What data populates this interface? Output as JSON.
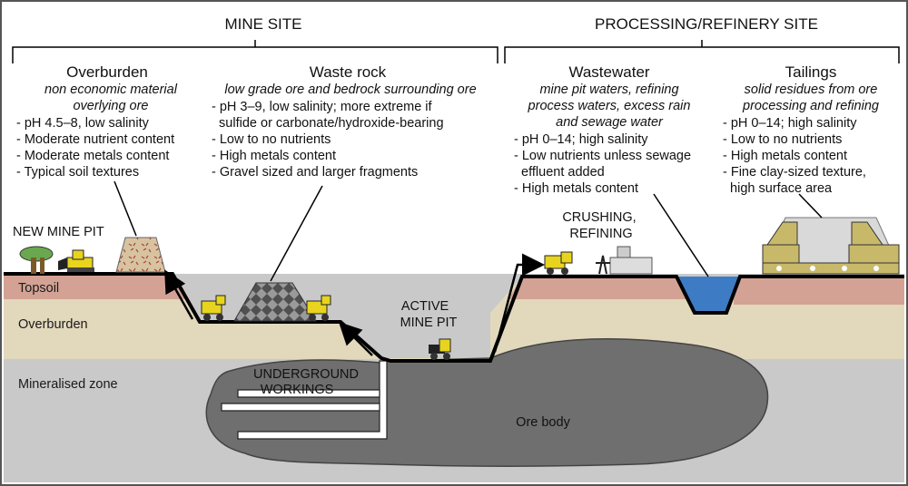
{
  "headers": {
    "mine_site": "MINE SITE",
    "processing_site": "PROCESSING/REFINERY SITE"
  },
  "overburden": {
    "title": "Overburden",
    "subtitle": [
      "non economic material",
      "overlying ore"
    ],
    "bullets": [
      "- pH 4.5–8, low salinity",
      "- Moderate nutrient content",
      "- Moderate metals content",
      "- Typical soil textures"
    ]
  },
  "waste_rock": {
    "title": "Waste rock",
    "subtitle": [
      "low grade ore and bedrock surrounding ore"
    ],
    "bullets": [
      "- pH 3–9, low salinity; more extreme if",
      "  sulfide or carbonate/hydroxide-bearing",
      "- Low to no nutrients",
      "- High metals content",
      "- Gravel sized and larger fragments"
    ]
  },
  "wastewater": {
    "title": "Wastewater",
    "subtitle": [
      "mine pit waters, refining",
      "process waters, excess rain",
      "and sewage water"
    ],
    "bullets": [
      "- pH 0–14; high salinity",
      "- Low nutrients unless sewage",
      "  effluent added",
      "- High metals content"
    ]
  },
  "tailings": {
    "title": "Tailings",
    "subtitle": [
      "solid residues from ore",
      "processing and refining"
    ],
    "bullets": [
      "- pH 0–14; high salinity",
      "- Low to no nutrients",
      "- High metals content",
      "- Fine clay-sized texture,",
      "  high surface area"
    ]
  },
  "labels": {
    "new_mine_pit": "NEW MINE PIT",
    "crushing": [
      "CRUSHING,",
      "REFINING"
    ],
    "active_mine_pit": [
      "ACTIVE",
      "MINE PIT"
    ],
    "underground": [
      "UNDERGROUND",
      "WORKINGS"
    ],
    "ore_body": "Ore body"
  },
  "layers": {
    "topsoil": "Topsoil",
    "overburden": "Overburden",
    "mineralised": "Mineralised zone"
  },
  "colors": {
    "topsoil": "#d3a295",
    "overburden": "#e2d8bc",
    "mineralised": "#c9c9c9",
    "ore_body": "#6f6f6f",
    "water": "#3d7cc4",
    "tailings": "#d9d9d9",
    "embankment": "#c8b86a",
    "vehicle": "#e8d41e"
  }
}
